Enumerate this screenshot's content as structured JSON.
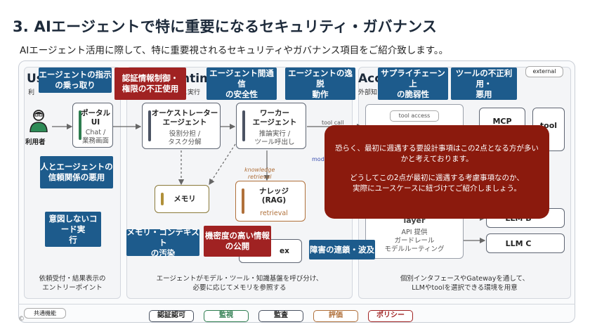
{
  "title": "3. AIエージェントで特に重要になるセキュリティ・ガバナンス",
  "subtitle": "AIエージェント活用に際して、特に重要視されるセキュリティやガバナンス項目をご紹介致します。。",
  "columns": {
    "user_head": "Us",
    "user_sub": "利",
    "runtime_head": "ntim",
    "runtime_sub": "と実行",
    "access_head": "Acc",
    "access_sub": "外部知"
  },
  "external_label": "external",
  "user_label": "利用者",
  "nodes": {
    "portal": {
      "name": "ポータル\nUI",
      "sub": "Chat /\n業務画面"
    },
    "orchestrator": {
      "name": "オーケストレーター\nエージェント",
      "sub": "役割分担 /\nタスク分解"
    },
    "worker": {
      "name": "ワーカー\nエージェント",
      "sub": "推論実行 /\nツール呼出し"
    },
    "memory": {
      "name": "メモリ"
    },
    "knowledge": {
      "name": "ナレッジ\n(RAG)",
      "sub": "retrieval"
    },
    "index": {
      "name": "ex"
    },
    "tool_access": {
      "name": "tool access"
    },
    "mcp": {
      "name": "MCP"
    },
    "tool": {
      "name": "tool"
    },
    "layer_text": "layer",
    "layer_sub": "API 提供\nガードレール\nモデルルーティング",
    "llm_b": {
      "name": "LLM B"
    },
    "llm_c": {
      "name": "LLM C"
    }
  },
  "edge_labels": {
    "tool_call": "tool call",
    "knowledge_retrieval": "knowledge\nretrieval",
    "model": "mode"
  },
  "callouts": [
    "エージェントの指示\nの乗っ取り",
    "認証情報制御・\n権限の不正使用",
    "エージェント間通信\nの安全性",
    "エージェントの逸脱\n動作",
    "サプライチェーン上\nの脆弱性",
    "ツールの不正利用・\n悪用",
    "人とエージェントの\n信頼関係の悪用",
    "意図しないコード実\n行",
    "メモリ・コンテキスト\nの汚染",
    "機密度の高い情報\nの公開",
    "障害の連鎖・波及"
  ],
  "overlay": {
    "line1": "恐らく、最初に週遇する要設計事項はこの2点となる方が多い\nかと考えております。",
    "line2": "どうしてこの2点が最初に週遇する考慮事項なのか、\n実際にユースケースに紐づけてご紹介しましょう。"
  },
  "footnotes": {
    "user": "依頼受付・結果表示の\nエントリーポイント",
    "runtime": "エージェントがモデル・ツール・知識基盤を呼び分け、\n必要に応じてメモリを参照する",
    "access": "個別インタフェースやGatewayを通して、\nLLMやtoolを選択できる環境を用意"
  },
  "bottom": {
    "common": "共通機能",
    "copyright": "©",
    "tags": [
      "認証認可",
      "監視",
      "監査",
      "評価",
      "ポリシー"
    ],
    "tag_colors": [
      "#4b5363",
      "#2e7d4f",
      "#4b5363",
      "#b0703a",
      "#a02222"
    ]
  }
}
